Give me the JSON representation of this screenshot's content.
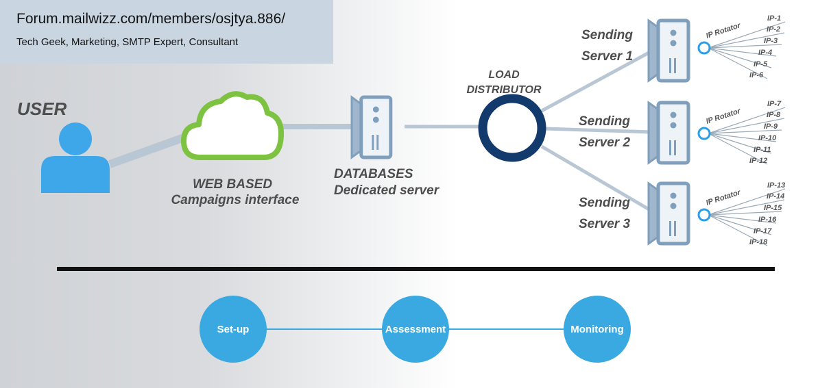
{
  "header": {
    "url": "Forum.mailwizz.com/members/osjtya.886/",
    "subtitle": "Tech Geek, Marketing, SMTP Expert, Consultant"
  },
  "nodes": {
    "user": "USER",
    "web_line1": "WEB BASED",
    "web_line2": "Campaigns interface",
    "db_line1": "DATABASES",
    "db_line2": "Dedicated server",
    "lb_line1": "LOAD",
    "lb_line2": "DISTRIBUTOR"
  },
  "servers": [
    {
      "line1": "Sending",
      "line2": "Server 1",
      "rotator": "IP Rotator",
      "ips": [
        "IP-1",
        "IP-2",
        "IP-3",
        "IP-4",
        "IP-5",
        "IP-6"
      ]
    },
    {
      "line1": "Sending",
      "line2": "Server 2",
      "rotator": "IP Rotator",
      "ips": [
        "IP-7",
        "IP-8",
        "IP-9",
        "IP-10",
        "IP-11",
        "IP-12"
      ]
    },
    {
      "line1": "Sending",
      "line2": "Server 3",
      "rotator": "IP Rotator",
      "ips": [
        "IP-13",
        "IP-14",
        "IP-15",
        "IP-16",
        "IP-17",
        "IP-18"
      ]
    }
  ],
  "steps": [
    "Set-up",
    "Assessment",
    "Monitoring"
  ],
  "colors": {
    "user_blue": "#3ea7ea",
    "cloud_green": "#7ec242",
    "server_blue": "#7f9fbd",
    "distributor_navy": "#123a6c",
    "rotator_blue": "#2a9ee8",
    "step_blue": "#3aa9e2",
    "connector": "#b9c7d4"
  }
}
